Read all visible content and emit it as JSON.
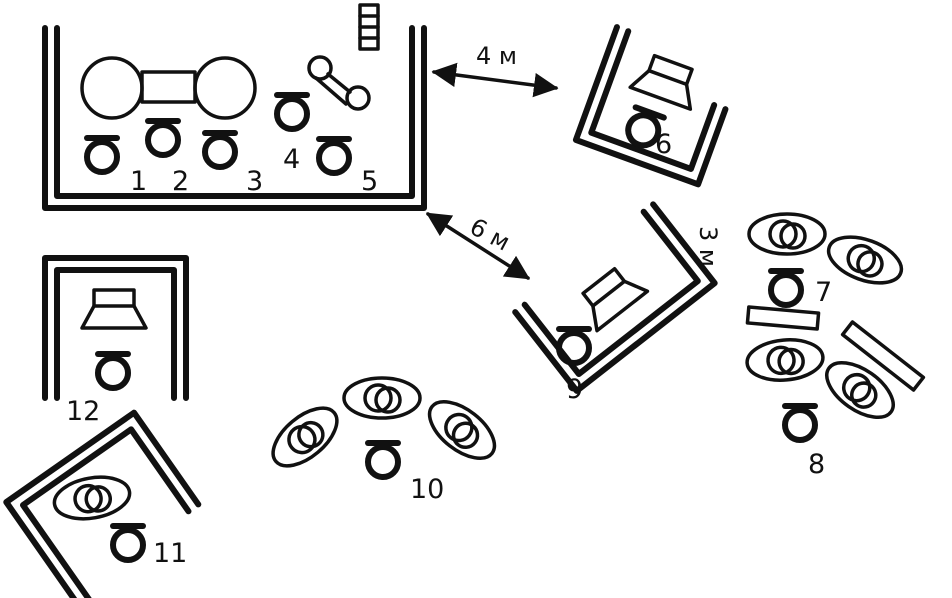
{
  "labels": {
    "p1": "1",
    "p2": "2",
    "p3": "3",
    "p4": "4",
    "p5": "5",
    "p6": "6",
    "p7": "7",
    "p8": "8",
    "p9": "9",
    "p10": "10",
    "p11": "11",
    "p12": "12"
  },
  "distances": {
    "d1": "4 м",
    "d2": "6 м",
    "d3": "3 м"
  },
  "colors": {
    "ink": "#111111",
    "paper": "#ffffff"
  }
}
